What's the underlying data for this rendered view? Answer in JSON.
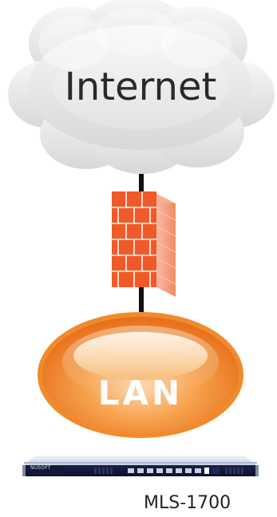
{
  "diagram": {
    "cloud": {
      "label": "Internet"
    },
    "firewall": {
      "icon": "brick-firewall"
    },
    "lan": {
      "label": "LAN"
    },
    "device": {
      "brand": "NUSOFT",
      "model_label": "MLS-1700"
    },
    "colors": {
      "cloud_fill": "#ececec",
      "cloud_shadow": "#d6d6d6",
      "firewall_brick": "#f05a28",
      "firewall_mortar": "#f6d6c7",
      "lan_orange": "#f28a28",
      "lan_orange_dark": "#e06d12",
      "lan_highlight": "#fbe1b9",
      "cable": "#111111",
      "appliance_body": "#0d1430",
      "appliance_top": "#dde3ef"
    }
  }
}
